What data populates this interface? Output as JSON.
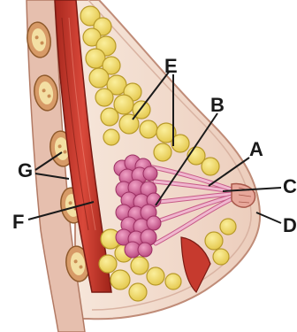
{
  "labels": {
    "a": "A",
    "b": "B",
    "c": "C",
    "d": "D",
    "e": "E",
    "f": "F",
    "g": "G"
  },
  "colors": {
    "skin": "#f3ddd0",
    "fat": "#f1d86a",
    "fat_outline": "#b89a2a",
    "muscle": "#c63a2e",
    "muscle_dark": "#8e2119",
    "lobule": "#d8699b",
    "lobule_dark": "#9c3063",
    "duct": "#e9a1bf",
    "line": "#1a1a1a"
  }
}
